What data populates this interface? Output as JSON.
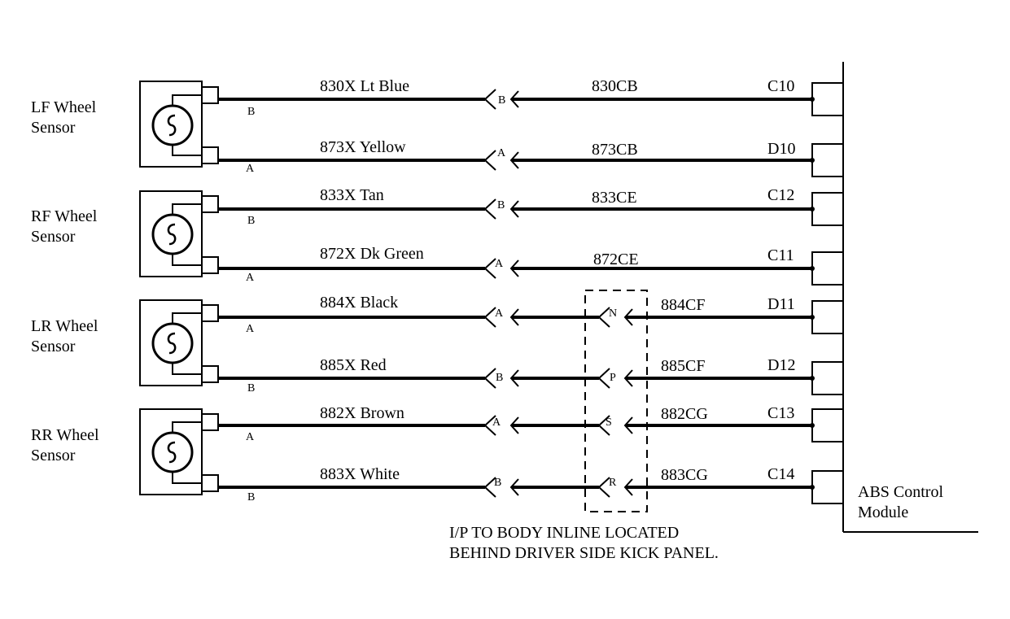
{
  "sensors": [
    {
      "label_line1": "LF Wheel",
      "label_line2": "Sensor"
    },
    {
      "label_line1": "RF Wheel",
      "label_line2": "Sensor"
    },
    {
      "label_line1": "LR Wheel",
      "label_line2": "Sensor"
    },
    {
      "label_line1": "RR Wheel",
      "label_line2": "Sensor"
    }
  ],
  "circuits": [
    {
      "wire_label": "830X Lt Blue",
      "sensor_pin": "B",
      "inline_pin": "B",
      "body_pin": "",
      "module_wire": "830CB",
      "module_pin": "C10"
    },
    {
      "wire_label": "873X Yellow",
      "sensor_pin": "A",
      "inline_pin": "A",
      "body_pin": "",
      "module_wire": "873CB",
      "module_pin": "D10"
    },
    {
      "wire_label": "833X Tan",
      "sensor_pin": "B",
      "inline_pin": "B",
      "body_pin": "",
      "module_wire": "833CE",
      "module_pin": "C12"
    },
    {
      "wire_label": "872X Dk Green",
      "sensor_pin": "A",
      "inline_pin": "A",
      "body_pin": "",
      "module_wire": "872CE",
      "module_pin": "C11"
    },
    {
      "wire_label": "884X Black",
      "sensor_pin": "A",
      "inline_pin": "A",
      "body_pin": "N",
      "module_wire": "884CF",
      "module_pin": "D11"
    },
    {
      "wire_label": "885X Red",
      "sensor_pin": "B",
      "inline_pin": "B",
      "body_pin": "P",
      "module_wire": "885CF",
      "module_pin": "D12"
    },
    {
      "wire_label": "882X Brown",
      "sensor_pin": "A",
      "inline_pin": "A",
      "body_pin": "S",
      "module_wire": "882CG",
      "module_pin": "C13"
    },
    {
      "wire_label": "883X White",
      "sensor_pin": "B",
      "inline_pin": "B",
      "body_pin": "R",
      "module_wire": "883CG",
      "module_pin": "C14"
    }
  ],
  "module": {
    "label_line1": "ABS Control",
    "label_line2": "Module"
  },
  "note": {
    "line1": "I/P TO BODY INLINE LOCATED",
    "line2": "BEHIND DRIVER SIDE KICK PANEL."
  }
}
